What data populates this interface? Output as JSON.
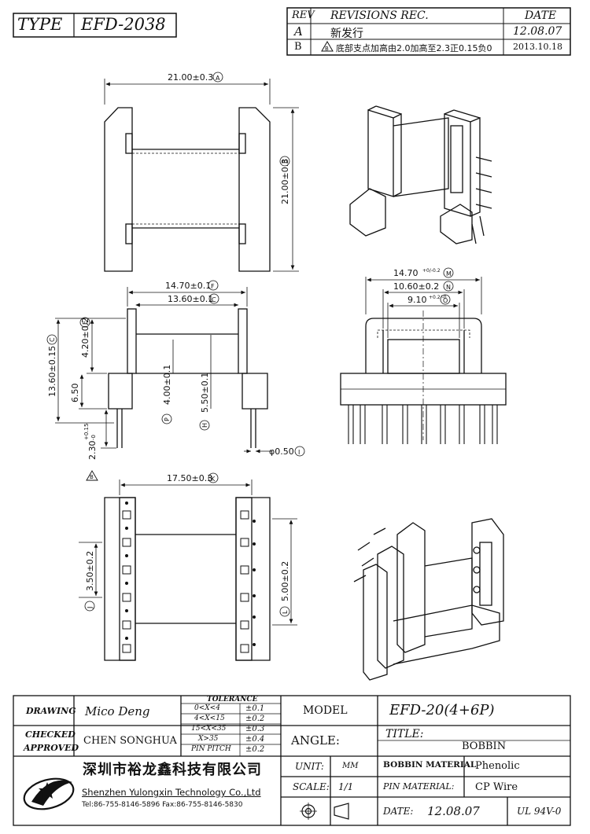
{
  "header": {
    "type_label": "TYPE",
    "type_value": "EFD-2038",
    "rev_label": "REV",
    "revisions_label": "REVISIONS REC.",
    "date_label": "DATE",
    "revisions": [
      {
        "rev": "A",
        "desc": "新发行",
        "date": "12.08.07"
      },
      {
        "rev": "B",
        "desc": "底部支点加高由2.0加高至2.3正0.15负0",
        "date": "2013.10.18"
      }
    ]
  },
  "dimensions": {
    "top_width": "21.00±0.3",
    "top_width_tag": "A",
    "top_height": "21.00±0.3",
    "top_height_tag": "B",
    "side_flange": "14.70±0.1",
    "side_flange_tag": "F",
    "side_inner": "13.60±0.1",
    "side_inner_tag": "C",
    "side_total": "13.60±0.15",
    "side_total_tag": "C",
    "side_upper": "4.20±0.2",
    "side_upper_tag": "E",
    "side_650": "6.50",
    "side_400": "4.00±0.1",
    "side_400_tag": "P",
    "side_550": "5.50±0.1",
    "side_550_tag": "H",
    "pin_dia": "φ0.50",
    "pin_dia_tag": "I",
    "pin_len": "2.30",
    "pin_len_tol_plus": "+0.15",
    "pin_len_tol_minus": "-0",
    "pin_len_tag": "B",
    "front_1470": "14.70",
    "front_1470_tol": "+0/-0.2",
    "front_1470_tag": "M",
    "front_1060": "10.60±0.2",
    "front_1060_tag": "N",
    "front_910": "9.10",
    "front_910_tol": "+0.2/-0",
    "front_910_tag": "O",
    "bottom_width": "17.50±0.3",
    "bottom_width_tag": "K",
    "bottom_left": "3.50±0.2",
    "bottom_left_tag": "J",
    "bottom_right": "5.00±0.2",
    "bottom_right_tag": "L"
  },
  "titleblock": {
    "drawing_label": "DRAWING",
    "drawing_value": "Mico Deng",
    "checked_label": "CHECKED",
    "approved_label": "APPROVED",
    "approved_value": "CHEN SONGHUA",
    "tolerance_label": "TOLERANCE",
    "tolerances": [
      {
        "range": "0<X<4",
        "tol": "±0.1"
      },
      {
        "range": "4<X<15",
        "tol": "±0.2"
      },
      {
        "range": "15<X<35",
        "tol": "±0.3"
      },
      {
        "range": "X>35",
        "tol": "±0.4"
      },
      {
        "range": "PIN PITCH",
        "tol": "±0.2"
      }
    ],
    "model_label": "MODEL",
    "model_value": "EFD-20(4+6P)",
    "angle_label": "ANGLE:",
    "title_label": "TITLE:",
    "title_value": "BOBBIN",
    "company_cn": "深圳市裕龙鑫科技有限公司",
    "company_en": "Shenzhen Yulongxin Technology Co.,Ltd",
    "company_tel": "Tel:86-755-8146-5896  Fax:86-755-8146-5830",
    "unit_label": "UNIT:",
    "unit_value": "MM",
    "bobbin_material_label": "BOBBIN MATERIAL",
    "bobbin_material_value": "Phenolic",
    "scale_label": "SCALE:",
    "scale_value": "1/1",
    "pin_material_label": "PIN MATERIAL:",
    "pin_material_value": "CP Wire",
    "date_label": "DATE:",
    "date_value": "12.08.07",
    "ul_value": "UL 94V-0"
  }
}
